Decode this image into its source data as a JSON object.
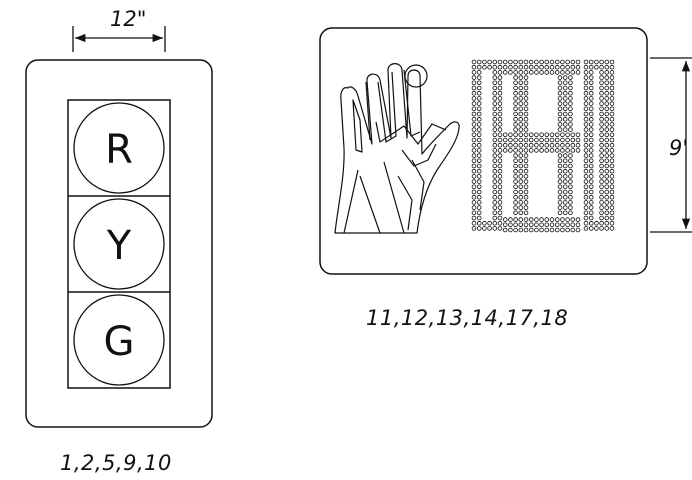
{
  "signal_head": {
    "width_label": "12\"",
    "lamps": [
      {
        "letter": "R"
      },
      {
        "letter": "Y"
      },
      {
        "letter": "G"
      }
    ],
    "caption": "1,2,5,9,10"
  },
  "ped_signal": {
    "height_label": "9'",
    "caption": "11,12,13,14,17,18",
    "symbols": [
      "hand-icon",
      "letter-h-dot-matrix"
    ]
  },
  "colors": {
    "line": "#111111",
    "background": "#ffffff"
  }
}
